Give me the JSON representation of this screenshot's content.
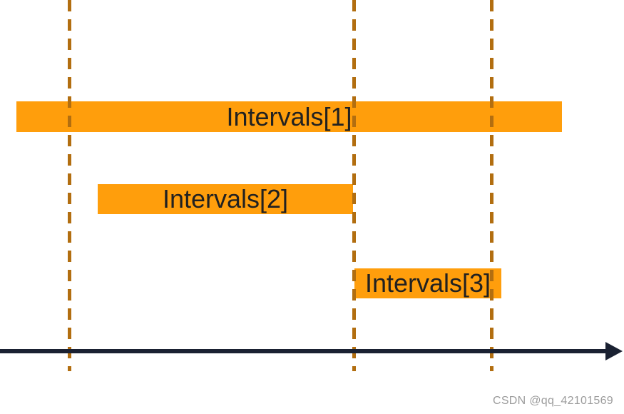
{
  "diagram": {
    "bars": [
      {
        "label": "Intervals[1]"
      },
      {
        "label": "Intervals[2]"
      },
      {
        "label": "Intervals[3]"
      }
    ],
    "guide_lines_count": 3,
    "axis": {
      "type": "horizontal-arrow",
      "direction": "right"
    },
    "watermark": "CSDN @qq_42101569",
    "colors": {
      "bar": "#FF9E0C",
      "dash": "#B26E10",
      "axis": "#1A2132",
      "label": "#212121",
      "watermark": "#9C9C9C",
      "bg": "#FFFFFF"
    }
  }
}
